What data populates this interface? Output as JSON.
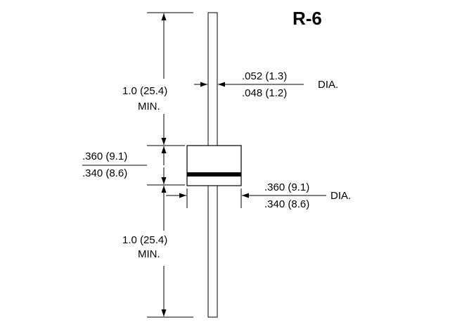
{
  "title": "R-6",
  "lead_top": {
    "line1": "1.0 (25.4)",
    "line2": "MIN."
  },
  "lead_bottom": {
    "line1": "1.0 (25.4)",
    "line2": "MIN."
  },
  "lead_dia": {
    "max": ".052 (1.3)",
    "min": ".048 (1.2)",
    "suffix": "DIA."
  },
  "body_length": {
    "max": ".360 (9.1)",
    "min": ".340 (8.6)"
  },
  "body_dia": {
    "max": ".360 (9.1)",
    "min": ".340 (8.6)",
    "suffix": "DIA."
  },
  "colors": {
    "ink": "#000000",
    "background": "#ffffff"
  }
}
